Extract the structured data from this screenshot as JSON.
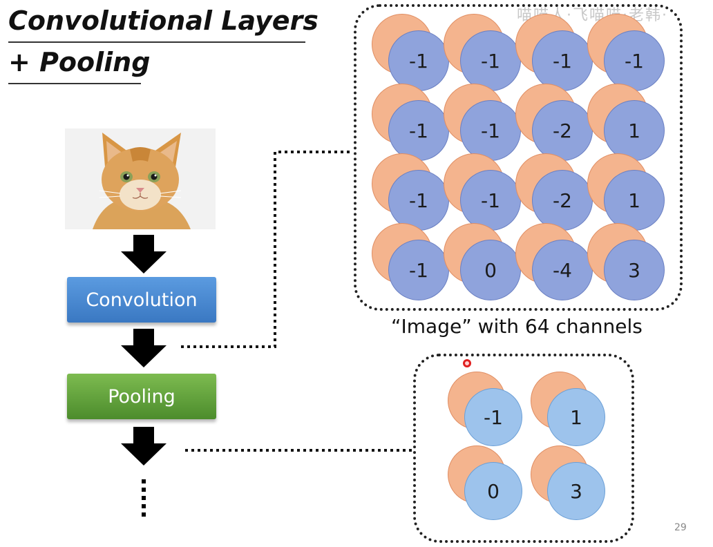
{
  "title": {
    "line1": "Convolutional Layers",
    "line2": "+ Pooling"
  },
  "flow": {
    "convolution_label": "Convolution",
    "pooling_label": "Pooling"
  },
  "conv_output": {
    "caption": "“Image” with 64 channels",
    "grid": [
      [
        "-1",
        "-1",
        "-1",
        "-1"
      ],
      [
        "-1",
        "-1",
        "-2",
        "1"
      ],
      [
        "-1",
        "-1",
        "-2",
        "1"
      ],
      [
        "-1",
        "0",
        "-4",
        "3"
      ]
    ]
  },
  "pool_output": {
    "grid": [
      [
        "-1",
        "1"
      ],
      [
        "0",
        "3"
      ]
    ]
  },
  "page_number": "29",
  "watermark": "喵喵人·飞喵喵·老韩·",
  "colors": {
    "orange_fill": "#f4b48e",
    "blue_fill": "#8fa3dc",
    "light_blue_fill": "#9dc3ec",
    "convolution_box": "#4a8ad4",
    "pooling_box": "#5fa33a"
  }
}
